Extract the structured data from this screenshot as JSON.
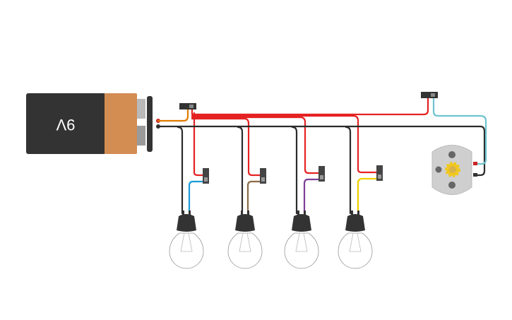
{
  "battery": {
    "label": "9V",
    "colors": {
      "body": "#333333",
      "band": "#d38c52",
      "terminal": "#b9b9b9"
    }
  },
  "wire_colors": {
    "positive": "#e52222",
    "ground": "#2b2b2b",
    "supply": "#e07b00",
    "motor_lead": "#6fc3cf"
  },
  "bulb_lead_colors": [
    "#1a9bd7",
    "#8b6a45",
    "#7d3f98",
    "#f0d000"
  ],
  "components": {
    "bulbs": [
      "bulb-1",
      "bulb-2",
      "bulb-3",
      "bulb-4"
    ],
    "switches": [
      "main-switch",
      "bulb-switch-1",
      "bulb-switch-2",
      "bulb-switch-3",
      "bulb-switch-4",
      "motor-switch"
    ],
    "motor": {
      "gear_color": "#f0c81e",
      "body_color": "#cfcfcf"
    }
  }
}
